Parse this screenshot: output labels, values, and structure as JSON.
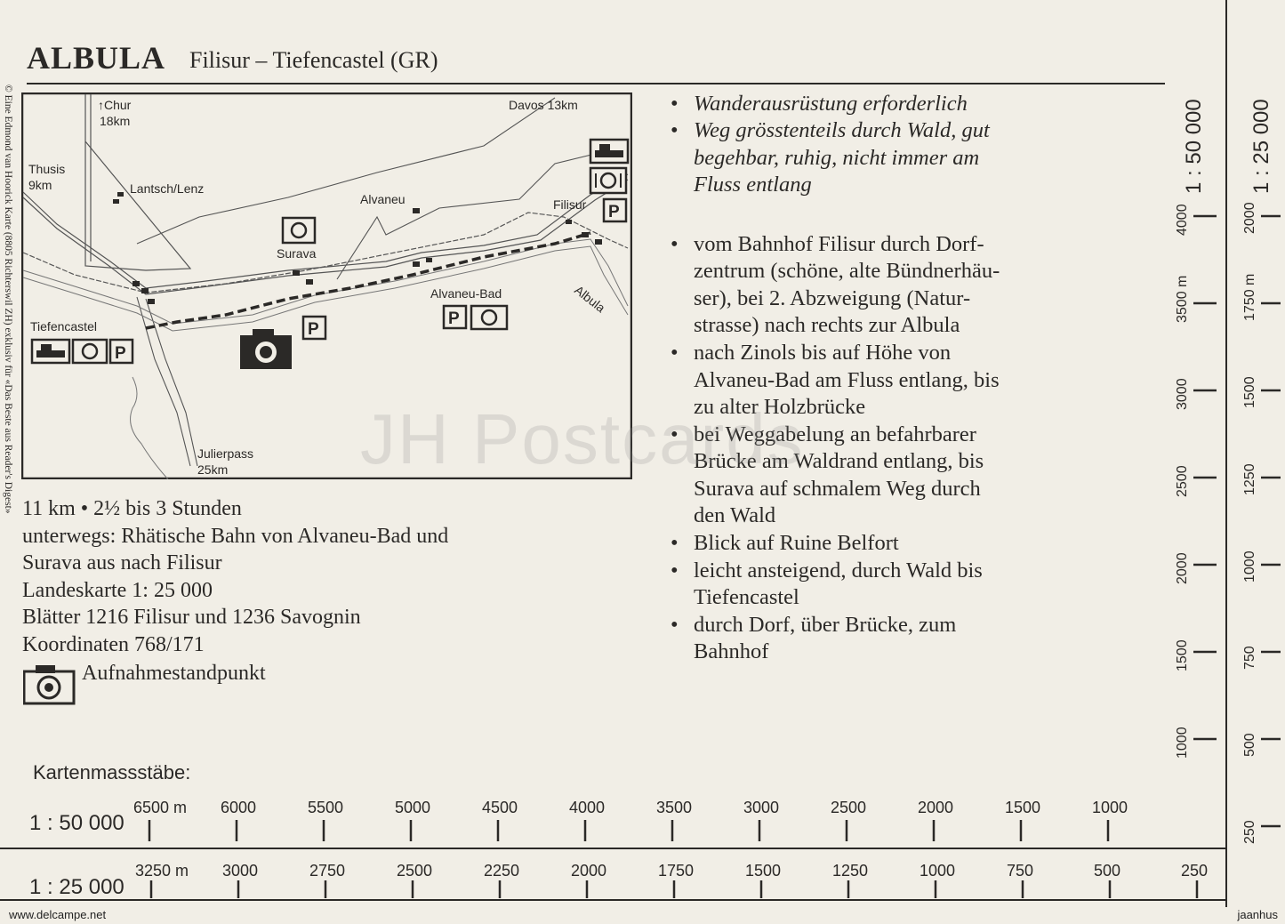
{
  "header": {
    "title": "ALBULA",
    "subtitle": "Filisur – Tiefencastel (GR)"
  },
  "copyright": "© Eine Edmond van Hoorick Karte (8805 Richterswil ZH) exklusiv für «Das Beste aus Reader's Digest»",
  "map": {
    "labels": {
      "chur": "↑Chur",
      "chur_km": "18km",
      "davos": "Davos 13km",
      "thusis": "Thusis",
      "thusis_km": "9km",
      "lantsch": "Lantsch/Lenz",
      "alvaneu": "Alvaneu",
      "filisur": "Filisur",
      "surava": "Surava",
      "alvaneu_bad": "Alvaneu-Bad",
      "albula": "Albula",
      "tiefencastel": "Tiefencastel",
      "julierpass": "Julierpass",
      "julierpass_km": "25km"
    },
    "symbols": {
      "parking": "P"
    }
  },
  "info": {
    "line1": "11 km • 2½ bis 3 Stunden",
    "line2": "unterwegs: Rhätische Bahn von Alvaneu-Bad und",
    "line3": "Surava aus nach Filisur",
    "line4": "Landeskarte 1: 25 000",
    "line5": "Blätter 1216 Filisur und 1236 Savognin",
    "line6": "Koordinaten 768/171",
    "line7": "Aufnahmestandpunkt"
  },
  "notes": {
    "bullet": "•",
    "lines": [
      "Wanderausrüstung erforderlich",
      "Weg grösstenteils durch Wald, gut",
      "begehbar, ruhig, nicht immer am",
      "Fluss entlang",
      "vom Bahnhof Filisur durch Dorf-",
      "zentrum (schöne, alte Bündnerhäu-",
      "ser), bei 2. Abzweigung (Natur-",
      "strasse) nach rechts zur Albula",
      "nach Zinols bis auf Höhe von",
      "Alvaneu-Bad am Fluss entlang, bis",
      "zu alter Holzbrücke",
      "bei Weggabelung an befahrbarer",
      "Brücke am Waldrand entlang, bis",
      "Surava auf schmalem Weg durch",
      "den Wald",
      "Blick auf Ruine Belfort",
      "leicht ansteigend, durch Wald bis",
      "Tiefencastel",
      "durch Dorf, über Brücke, zum",
      "Bahnhof"
    ]
  },
  "scales": {
    "heading": "Kartenmassstäbe:",
    "scale_50000": "1 : 50 000",
    "scale_25000": "1 : 25 000",
    "ticks_50000": [
      "6500 m",
      "6000",
      "5500",
      "5000",
      "4500",
      "4000",
      "3500",
      "3000",
      "2500",
      "2000",
      "1500",
      "1000"
    ],
    "ticks_25000": [
      "3250 m",
      "3000",
      "2750",
      "2500",
      "2250",
      "2000",
      "1750",
      "1500",
      "1250",
      "1000",
      "750",
      "500",
      "250"
    ],
    "v_50000": [
      "4000",
      "3500 m",
      "3000",
      "2500",
      "2000",
      "1500",
      "1000"
    ],
    "v_25000": [
      "2000",
      "1750 m",
      "1500",
      "1250",
      "1000",
      "750",
      "500",
      "250"
    ]
  },
  "watermark": "JH Postcards",
  "footer": {
    "left": "www.delcampe.net",
    "right": "jaanhus"
  }
}
